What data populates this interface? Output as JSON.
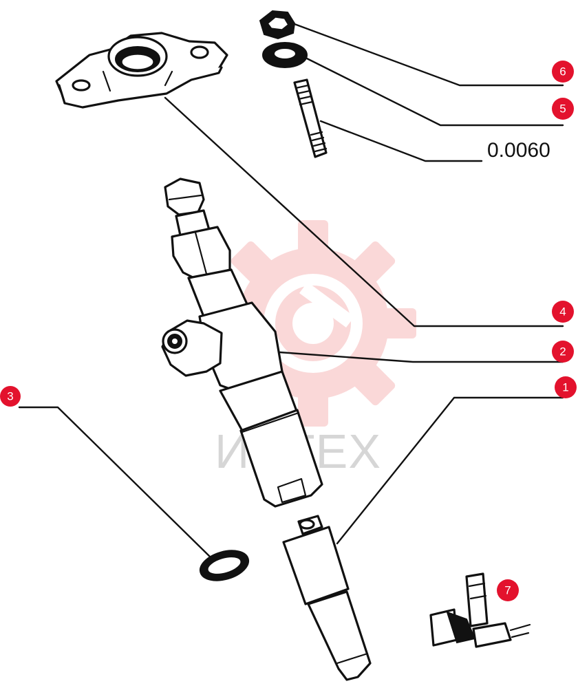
{
  "watermark": {
    "text": "ИНТЕХ",
    "color": "#f6c7c7"
  },
  "accent_color": "#e3122d",
  "part_number_label": "0.0060",
  "callouts": [
    {
      "id": "c1",
      "label": "1"
    },
    {
      "id": "c2",
      "label": "2"
    },
    {
      "id": "c3",
      "label": "3"
    },
    {
      "id": "c4",
      "label": "4"
    },
    {
      "id": "c5",
      "label": "5"
    },
    {
      "id": "c6",
      "label": "6"
    },
    {
      "id": "c7",
      "label": "7"
    }
  ],
  "parts": [
    {
      "callout": "1",
      "part": "nozzle-icon"
    },
    {
      "callout": "2",
      "part": "injector-body-icon"
    },
    {
      "callout": "3",
      "part": "sealing-washer-icon"
    },
    {
      "callout": "4",
      "part": "clamp-flange-icon"
    },
    {
      "callout": "5",
      "part": "washer-icon"
    },
    {
      "callout": "6",
      "part": "nut-icon"
    },
    {
      "callout": "7",
      "part": "tool-kit-icon"
    }
  ]
}
